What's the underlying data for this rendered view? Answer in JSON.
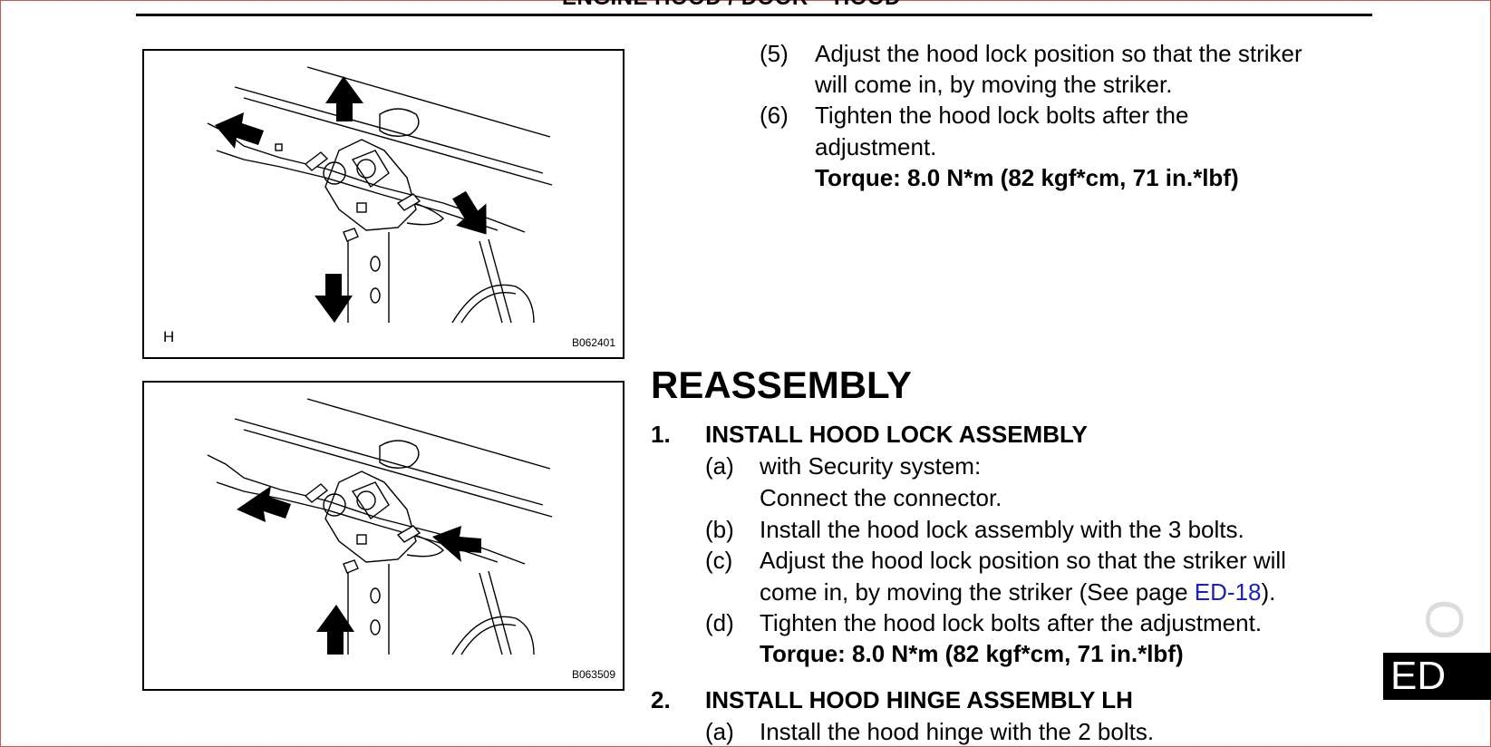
{
  "header": {
    "title": "ENGINE HOOD / DOOR – HOOD"
  },
  "figures": [
    {
      "letter": "H",
      "code": "B062401"
    },
    {
      "letter": "",
      "code": "B063509"
    }
  ],
  "top_steps": {
    "s5": {
      "num": "(5)",
      "line1": "Adjust the hood lock position so that the striker",
      "line2": "will come in, by moving the striker."
    },
    "s6": {
      "num": "(6)",
      "line1": "Tighten the hood lock bolts after the",
      "line2": "adjustment.",
      "torque": "Torque: 8.0 N*m (82 kgf*cm, 71 in.*lbf)"
    }
  },
  "reassembly": {
    "heading": "REASSEMBLY",
    "step1": {
      "num": "1.",
      "title": "INSTALL HOOD LOCK ASSEMBLY",
      "a": {
        "num": "(a)",
        "line1": "with Security system:",
        "line2": "Connect the connector."
      },
      "b": {
        "num": "(b)",
        "line1": "Install the hood lock assembly with the 3 bolts."
      },
      "c": {
        "num": "(c)",
        "line1": "Adjust the hood lock position so that the striker will",
        "line2_pre": "come in, by moving the striker (See page ",
        "link": "ED-18",
        "line2_post": ")."
      },
      "d": {
        "num": "(d)",
        "line1": "Tighten the hood lock bolts after the adjustment.",
        "torque": "Torque: 8.0 N*m (82 kgf*cm, 71 in.*lbf)"
      }
    },
    "step2": {
      "num": "2.",
      "title": "INSTALL HOOD HINGE ASSEMBLY LH",
      "a": {
        "num": "(a)",
        "line1": "Install the hood hinge with the 2 bolts."
      }
    }
  },
  "section_tab": {
    "label": "ED"
  },
  "ghost_mark": "O"
}
